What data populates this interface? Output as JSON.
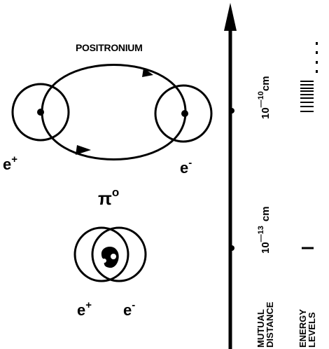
{
  "positronium": {
    "title": "POSITRONIUM",
    "e_plus": "e",
    "e_plus_sup": "+",
    "e_minus": "e",
    "e_minus_sup": "-"
  },
  "pion": {
    "symbol": "π",
    "symbol_sup": "o",
    "e_plus": "e",
    "e_plus_sup": "+",
    "e_minus": "e",
    "e_minus_sup": "-"
  },
  "distance_axis": {
    "label_line1": "MUTUAL",
    "label_line2": "DISTANCE",
    "upper_mark": "10",
    "upper_mark_exp": "—10",
    "upper_mark_unit": "cm",
    "lower_mark": "10",
    "lower_mark_exp": "—13",
    "lower_mark_unit": "cm"
  },
  "energy_axis": {
    "label_line1": "ENERGY",
    "label_line2": "LEVELS"
  }
}
